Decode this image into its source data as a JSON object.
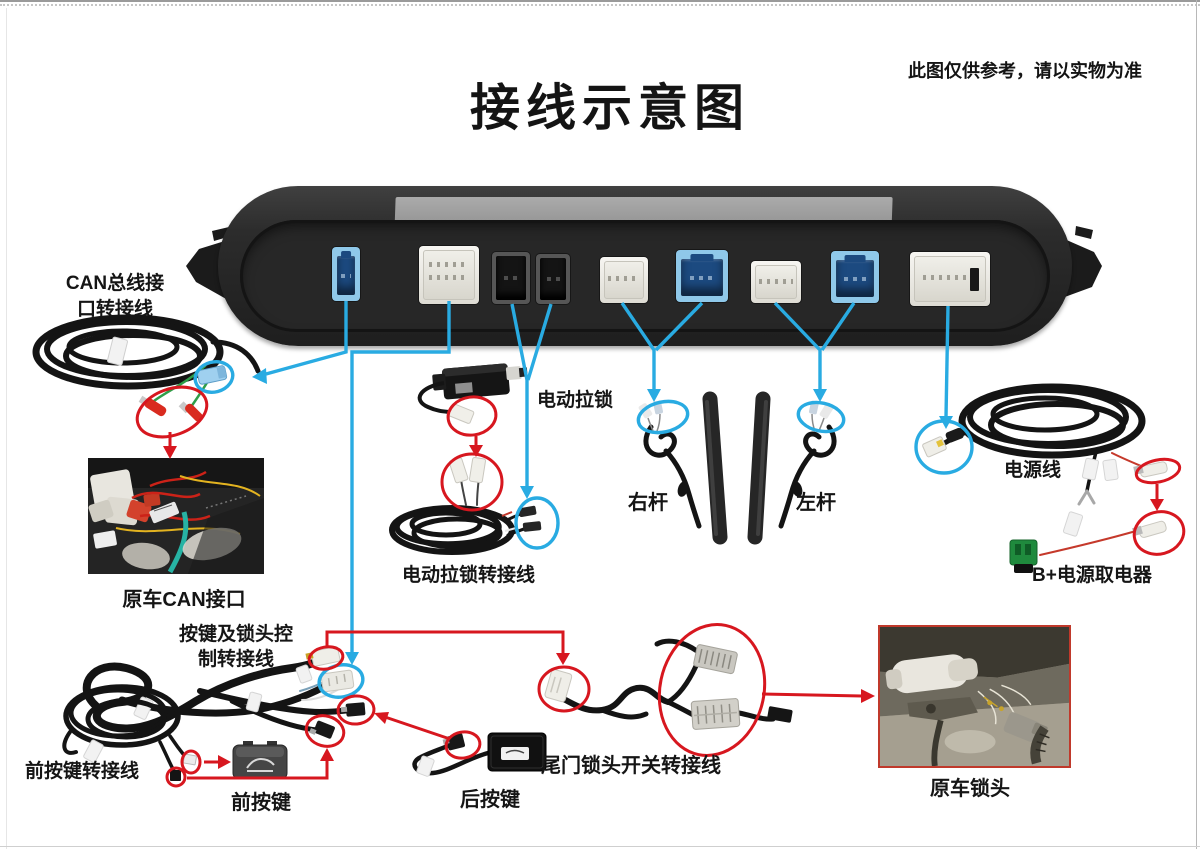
{
  "page": {
    "title": "接线示意图",
    "disclaimer": "此图仅供参考，请以实物为准"
  },
  "colors": {
    "line_blue": "#29abe2",
    "line_red": "#d7171f",
    "connector_blue_outer": "#8fc8e9",
    "connector_blue_inner": "#1c4a80",
    "connector_white": "#dedcd4",
    "connector_black": "#141414",
    "box_sticker": "#ababab",
    "fuse_tap_green": "#1f8a3d",
    "terminal_red": "#d92b1f",
    "wire_green": "#2f9e49",
    "wire_teal": "#27b3a4",
    "wire_yellow": "#e3b320"
  },
  "control_box": {
    "ports": [
      {
        "name": "port-can-bus",
        "color": "blue"
      },
      {
        "name": "port-button-lock-control",
        "color": "white"
      },
      {
        "name": "port-latch-1",
        "color": "black"
      },
      {
        "name": "port-latch-2",
        "color": "black"
      },
      {
        "name": "port-right-strut-white",
        "color": "white"
      },
      {
        "name": "port-right-strut-blue",
        "color": "blue"
      },
      {
        "name": "port-left-strut-white",
        "color": "white"
      },
      {
        "name": "port-left-strut-blue",
        "color": "blue"
      },
      {
        "name": "port-power",
        "color": "white"
      }
    ]
  },
  "components": {
    "can_adapter": {
      "label_line1": "CAN总线接",
      "label_line2": "口转接线"
    },
    "oem_can_photo": {
      "caption": "原车CAN接口"
    },
    "latch": {
      "label": "电动拉锁"
    },
    "latch_adapter": {
      "label": "电动拉锁转接线"
    },
    "right_strut": {
      "label": "右杆"
    },
    "left_strut": {
      "label": "左杆"
    },
    "power_cable": {
      "label": "电源线"
    },
    "b_plus_tap": {
      "label": "B+电源取电器"
    },
    "button_lock_adapter": {
      "label_line1": "按键及锁头控",
      "label_line2": "制转接线"
    },
    "front_button_adapter": {
      "label": "前按键转接线"
    },
    "front_button": {
      "label": "前按键",
      "icon": "trunk-open-icon"
    },
    "rear_button": {
      "label": "后按键",
      "icon": "trunk-open-icon"
    },
    "tailgate_lock_adapter": {
      "label": "尾门锁头开关转接线"
    },
    "oem_lock_photo": {
      "caption": "原车锁头"
    }
  }
}
